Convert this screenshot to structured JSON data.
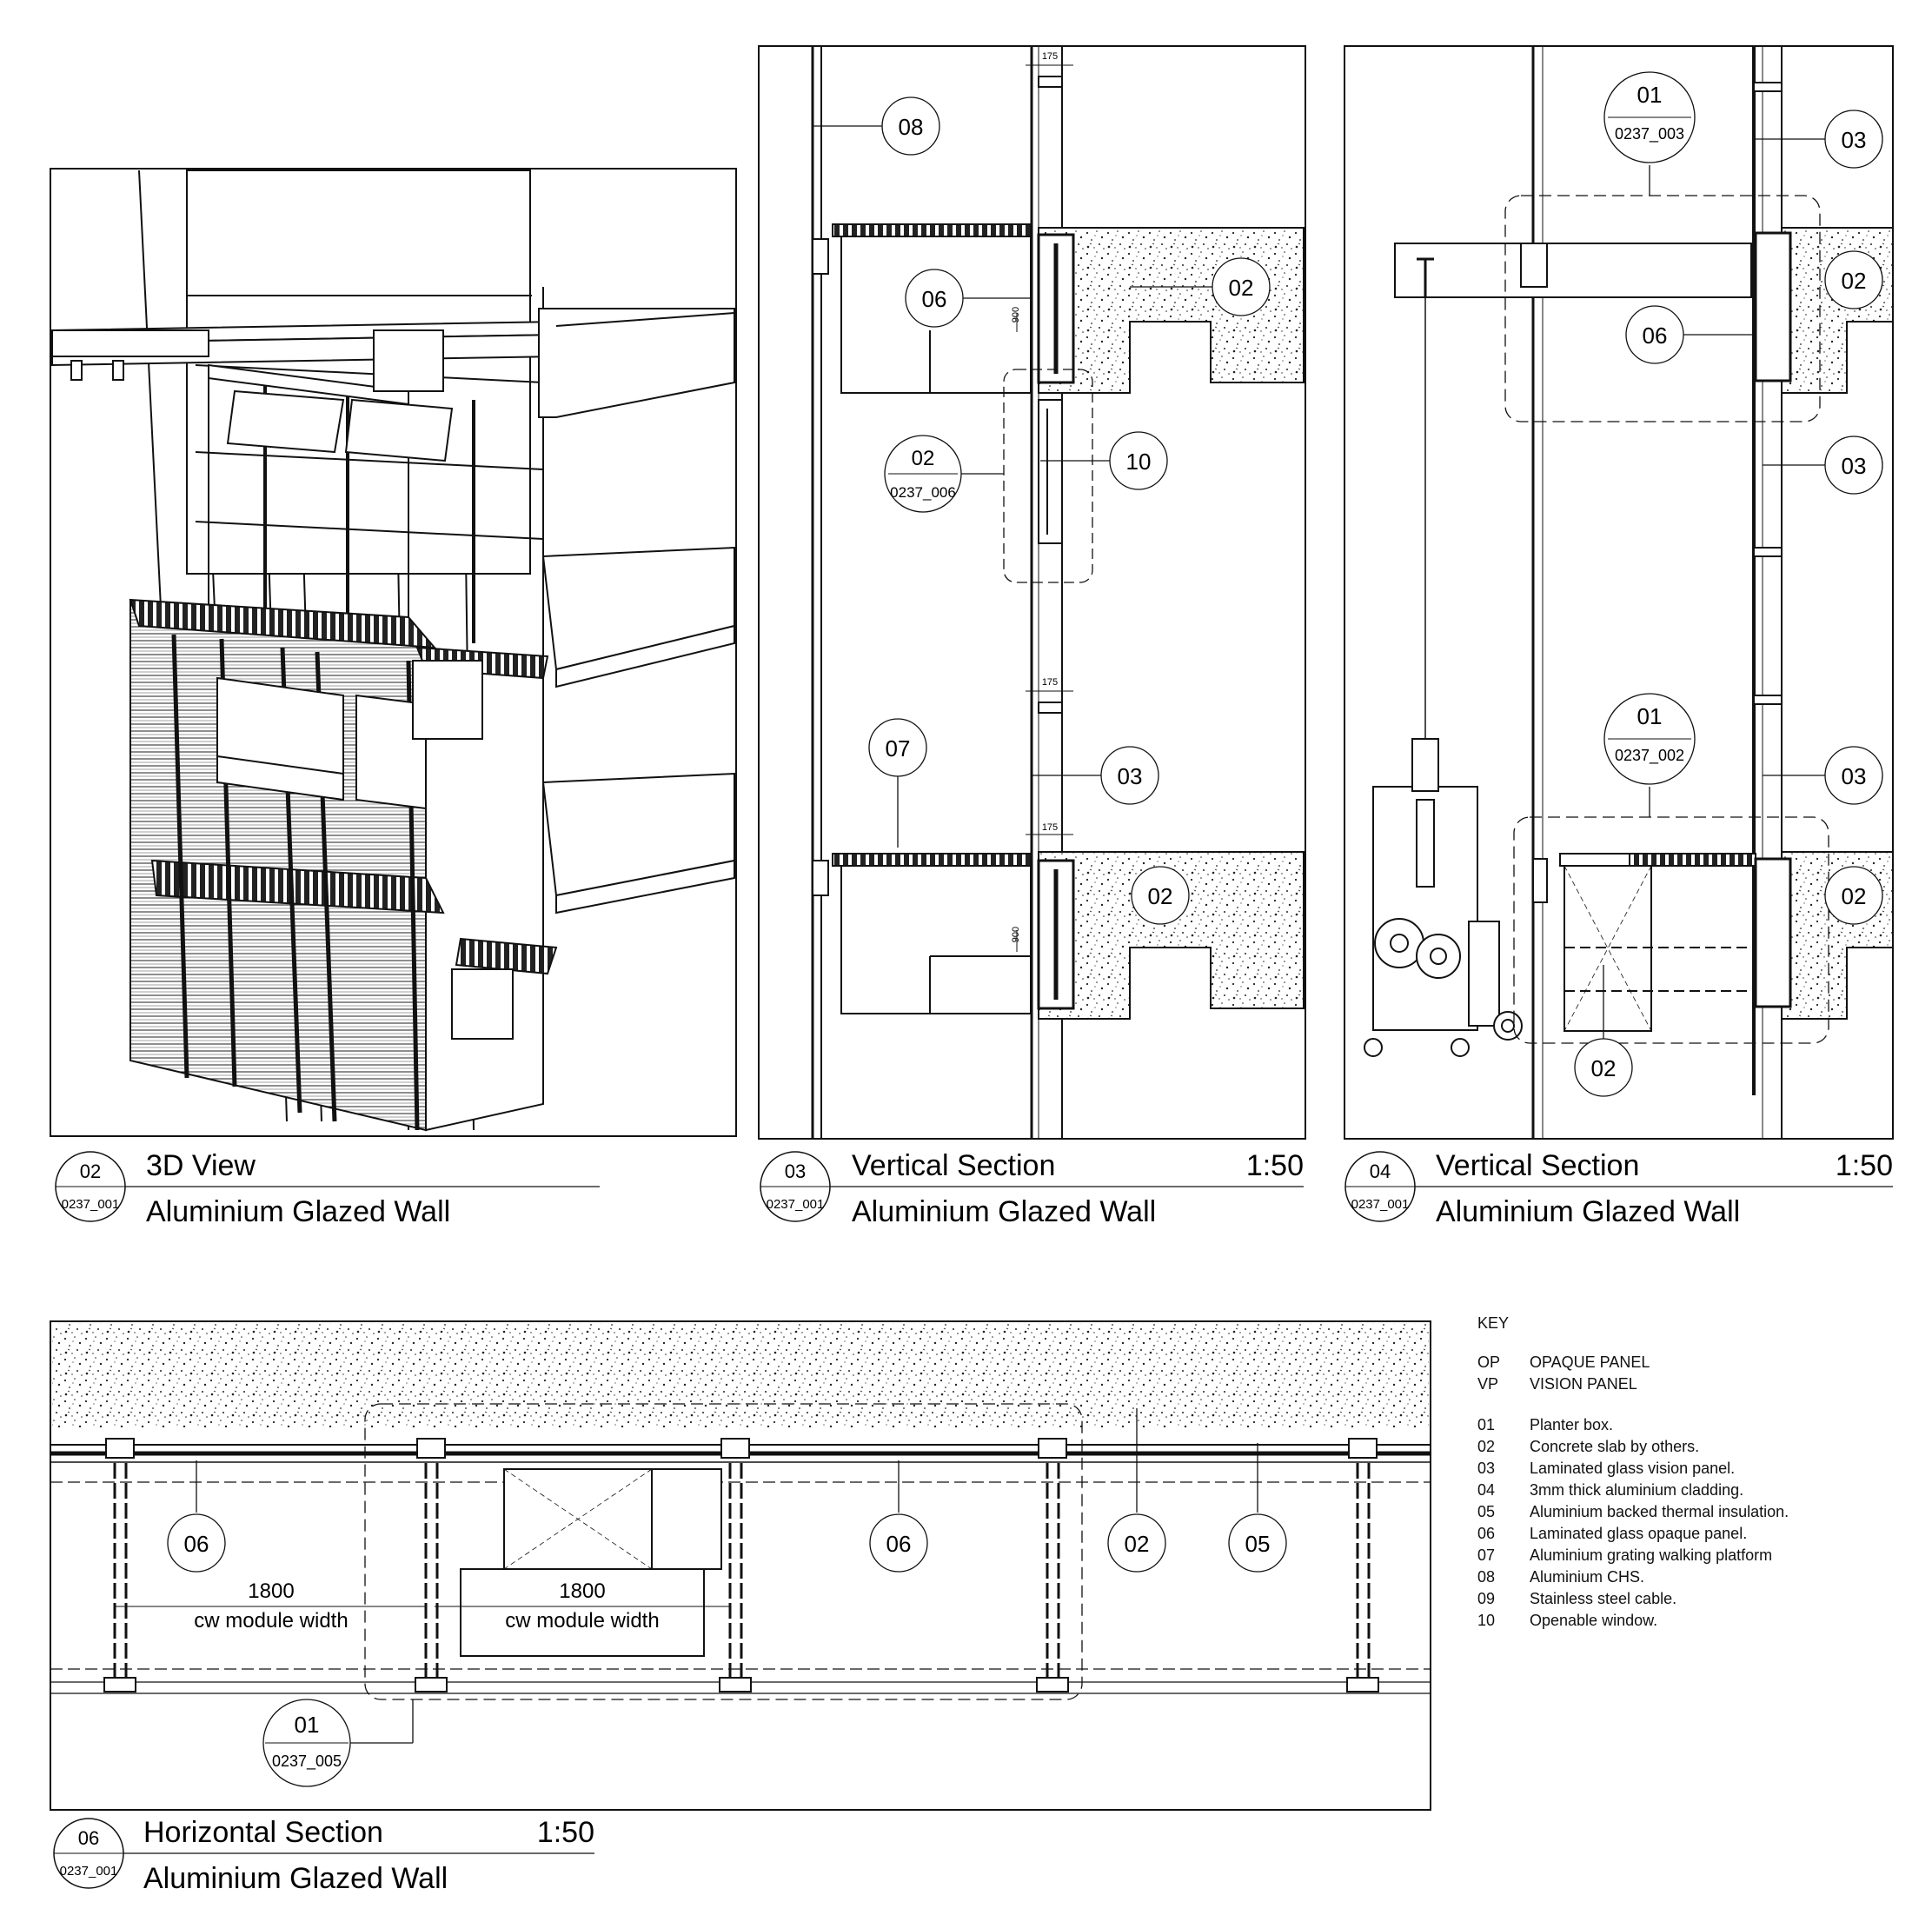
{
  "panels": [
    {
      "id": "p02",
      "circle_top": "02",
      "circle_bottom": "0237_001",
      "title": "3D View",
      "subtitle": "Aluminium Glazed Wall",
      "scale": ""
    },
    {
      "id": "p03",
      "circle_top": "03",
      "circle_bottom": "0237_001",
      "title": "Vertical Section",
      "subtitle": "Aluminium Glazed Wall",
      "scale": "1:50"
    },
    {
      "id": "p04",
      "circle_top": "04",
      "circle_bottom": "0237_001",
      "title": "Vertical Section",
      "subtitle": "Aluminium Glazed Wall",
      "scale": "1:50"
    },
    {
      "id": "p06",
      "circle_top": "06",
      "circle_bottom": "0237_001",
      "title": "Horizontal Section",
      "subtitle": "Aluminium Glazed Wall",
      "scale": "1:50"
    }
  ],
  "callouts": {
    "c08": "08",
    "c06a": "06",
    "c02a": "02",
    "c10": "10",
    "c02b": "02",
    "c07": "07",
    "c03a": "03",
    "c02c": "02",
    "c01a_top": "01",
    "c01a_bot": "0237_003",
    "c03b": "03",
    "c02d": "02",
    "c06b": "06",
    "c03c": "03",
    "c01b_top": "01",
    "c01b_bot": "0237_002",
    "c03d": "03",
    "c02e": "02",
    "c02f": "02",
    "c02g_top": "02",
    "c02g_bot": "0237_006",
    "h06a": "06",
    "h06b": "06",
    "h02": "02",
    "h05": "05",
    "h01_top": "01",
    "h01_bot": "0237_005"
  },
  "dims": {
    "d175a": "175",
    "d175b": "175",
    "d175c": "175",
    "d900a": "900",
    "d900b": "900",
    "module_value_1": "1800",
    "module_label_1": "cw module width",
    "module_value_2": "1800",
    "module_label_2": "cw module width"
  },
  "key": {
    "heading": "KEY",
    "abbrev": [
      {
        "code": "OP",
        "text": "OPAQUE PANEL"
      },
      {
        "code": "VP",
        "text": "VISION PANEL"
      }
    ],
    "items": [
      {
        "code": "01",
        "text": "Planter box."
      },
      {
        "code": "02",
        "text": "Concrete slab by others."
      },
      {
        "code": "03",
        "text": "Laminated glass vision panel."
      },
      {
        "code": "04",
        "text": "3mm thick aluminium cladding."
      },
      {
        "code": "05",
        "text": "Aluminium backed thermal insulation."
      },
      {
        "code": "06",
        "text": "Laminated glass opaque panel."
      },
      {
        "code": "07",
        "text": "Aluminium grating walking platform"
      },
      {
        "code": "08",
        "text": "Aluminium CHS."
      },
      {
        "code": "09",
        "text": "Stainless steel cable."
      },
      {
        "code": "10",
        "text": "Openable window."
      }
    ]
  }
}
